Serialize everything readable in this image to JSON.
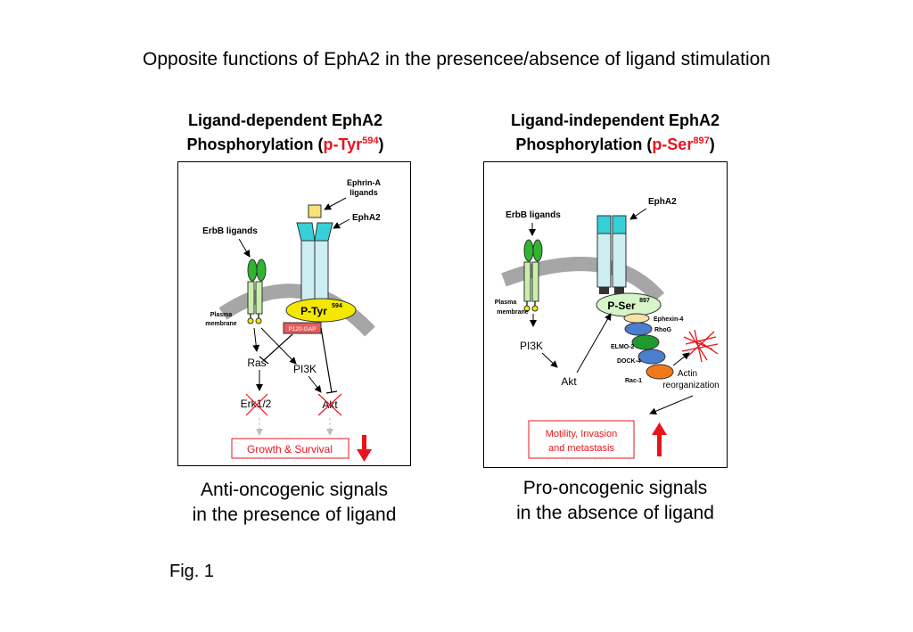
{
  "title": "Opposite functions of EphA2 in the presencee/absence of ligand stimulation",
  "left": {
    "heading_line1": "Ligand-dependent EphA2",
    "heading_line2_prefix": "Phosphorylation (",
    "heading_highlight": "p-Tyr",
    "heading_sup": "594",
    "heading_suffix": ")",
    "labels": {
      "ephrin_line1": "Ephrin-A",
      "ephrin_line2": "ligands",
      "epha2": "EphA2",
      "erbb": "ErbB ligands",
      "plasma_line1": "Plasma",
      "plasma_line2": "membrane",
      "ptyr": "P-Tyr",
      "ptyr_sup": "594",
      "p120": "P120-GAP",
      "ras": "Ras",
      "pi3k": "PI3K",
      "erk": "Erk1/2",
      "akt": "Akt",
      "growth": "Growth & Survival"
    },
    "caption_line1": "Anti-oncogenic signals",
    "caption_line2": "in the presence of ligand"
  },
  "right": {
    "heading_line1": "Ligand-independent EphA2",
    "heading_line2_prefix": "Phosphorylation (",
    "heading_highlight": "p-Ser",
    "heading_sup": "897",
    "heading_suffix": ")",
    "labels": {
      "epha2": "EphA2",
      "erbb": "ErbB ligands",
      "plasma_line1": "Plasma",
      "plasma_line2": "membrane",
      "pser": "P-Ser",
      "pser_sup": "897",
      "ephexin": "Ephexin-4",
      "rhog": "RhoG",
      "elmo": "ELMO-2",
      "dock": "DOCK-4",
      "rac": "Rac-1",
      "pi3k": "PI3K",
      "akt": "Akt",
      "actin_line1": "Actin",
      "actin_line2": "reorganization",
      "motility_line1": "Motility, Invasion",
      "motility_line2": "and metastasis"
    },
    "caption_line1": "Pro-oncogenic signals",
    "caption_line2": "in the absence of ligand"
  },
  "figure_label": "Fig. 1",
  "colors": {
    "highlight_red": "#e8141c",
    "receptor_cyan": "#35d0d8",
    "receptor_body": "#cdeef2",
    "erbb_green": "#2fb52f",
    "erbb_body": "#c8f0a8",
    "ptyr_yellow": "#f5e800",
    "pser_green": "#d6f5c8",
    "membrane_gray": "#a6a6a6"
  }
}
